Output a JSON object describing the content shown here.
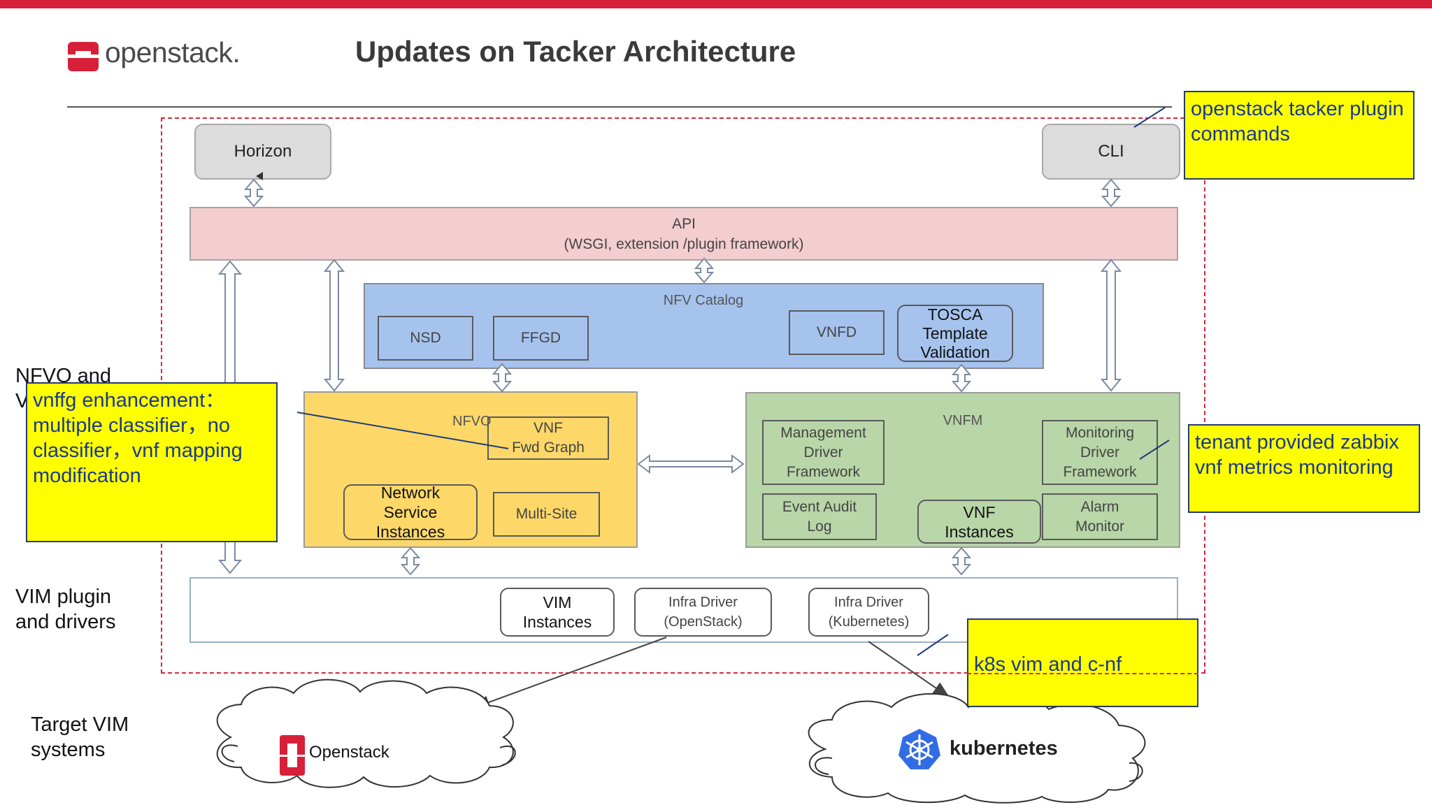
{
  "header": {
    "logo_text": "openstack.",
    "title": "Updates on Tacker Architecture"
  },
  "boxes": {
    "horizon": "Horizon",
    "cli": "CLI",
    "api_line1": "API",
    "api_line2": "(WSGI, extension /plugin framework)",
    "nfv_catalog": "NFV Catalog",
    "nsd": "NSD",
    "ffgd": "FFGD",
    "vnfd": "VNFD",
    "tosca_1": "TOSCA",
    "tosca_2": "Template",
    "tosca_3": "Validation",
    "nfvo": "NFVO",
    "vnf_fwd_1": "VNF",
    "vnf_fwd_2": "Fwd Graph",
    "nsi_1": "Network",
    "nsi_2": "Service",
    "nsi_3": "Instances",
    "multisite": "Multi-Site",
    "vnfm": "VNFM",
    "mgmt_1": "Management",
    "mgmt_2": "Driver",
    "mgmt_3": "Framework",
    "mon_1": "Monitoring",
    "mon_2": "Driver",
    "mon_3": "Framework",
    "event_1": "Event Audit",
    "event_2": "Log",
    "vnfi_1": "VNF",
    "vnfi_2": "Instances",
    "alarm_1": "Alarm",
    "alarm_2": "Monitor",
    "vimi_1": "VIM",
    "vimi_2": "Instances",
    "infra_os_1": "Infra Driver",
    "infra_os_2": "(OpenStack)",
    "infra_k8s_1": "Infra Driver",
    "infra_k8s_2": "(Kubernetes)"
  },
  "side_labels": {
    "nfvo_vnfm_1": "NFVO and",
    "nfvo_vnfm_2": "V",
    "vim_1": "VIM plugin",
    "vim_2": "and drivers",
    "target_1": "Target VIM",
    "target_2": "systems"
  },
  "notes": {
    "cli_1": "openstack tacker plugin",
    "cli_2": "commands",
    "vnffg_1": "vnffg enhancement：",
    "vnffg_2": "multiple classifier，no",
    "vnffg_3": "classifier，vnf mapping",
    "vnffg_4": "modification",
    "zabbix_1": "tenant provided zabbix",
    "zabbix_2": "vnf metrics monitoring",
    "k8s": "k8s vim and c-nf"
  },
  "clouds": {
    "openstack": "Openstack",
    "kubernetes": "kubernetes"
  },
  "icons": [
    "openstack-logo-icon",
    "kubernetes-logo-icon",
    "arrow-icon"
  ],
  "colors": {
    "brand_red": "#d81f3a",
    "api_fill": "#f4cdd0",
    "catalog_fill": "#a6c3ee",
    "nfvo_fill": "#fdd869",
    "vnfm_fill": "#b8d6a7",
    "note_fill": "#ffff00",
    "k8s_blue": "#326ce5"
  }
}
